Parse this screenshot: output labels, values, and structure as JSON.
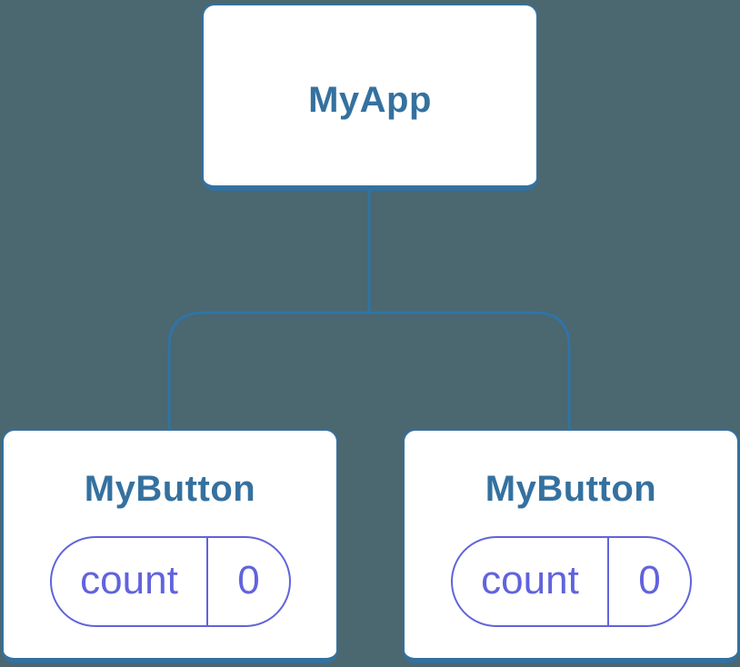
{
  "colors": {
    "background": "#4b6770",
    "node_fill": "#ffffff",
    "node_border": "#33719f",
    "node_label": "#35719f",
    "connector": "#2f74a6",
    "state_accent": "#6163dc"
  },
  "diagram": {
    "root": {
      "label": "MyApp"
    },
    "children": [
      {
        "label": "MyButton",
        "state": {
          "name": "count",
          "value": "0"
        }
      },
      {
        "label": "MyButton",
        "state": {
          "name": "count",
          "value": "0"
        }
      }
    ]
  }
}
